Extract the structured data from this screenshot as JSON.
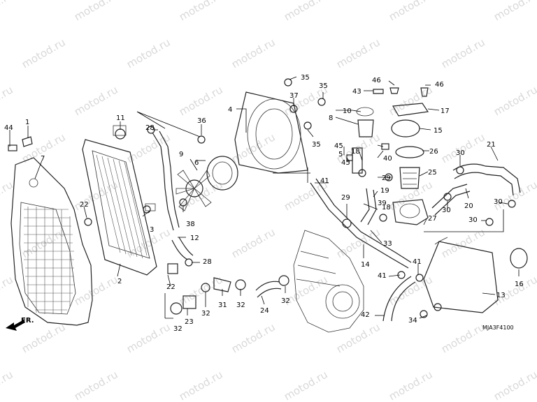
{
  "watermark": "motod.ru",
  "diagram_code": "MJA3F4100",
  "front_label": "FR.",
  "parts": [
    "1",
    "2",
    "3",
    "4",
    "5",
    "6",
    "7",
    "8",
    "9",
    "10",
    "11",
    "12",
    "13",
    "14",
    "15",
    "16",
    "17",
    "18",
    "19",
    "20",
    "21",
    "22",
    "23",
    "24",
    "25",
    "26",
    "27",
    "28",
    "29",
    "30",
    "31",
    "32",
    "33",
    "34",
    "35",
    "36",
    "37",
    "38",
    "39",
    "40",
    "41",
    "42",
    "43",
    "44",
    "45",
    "46"
  ]
}
